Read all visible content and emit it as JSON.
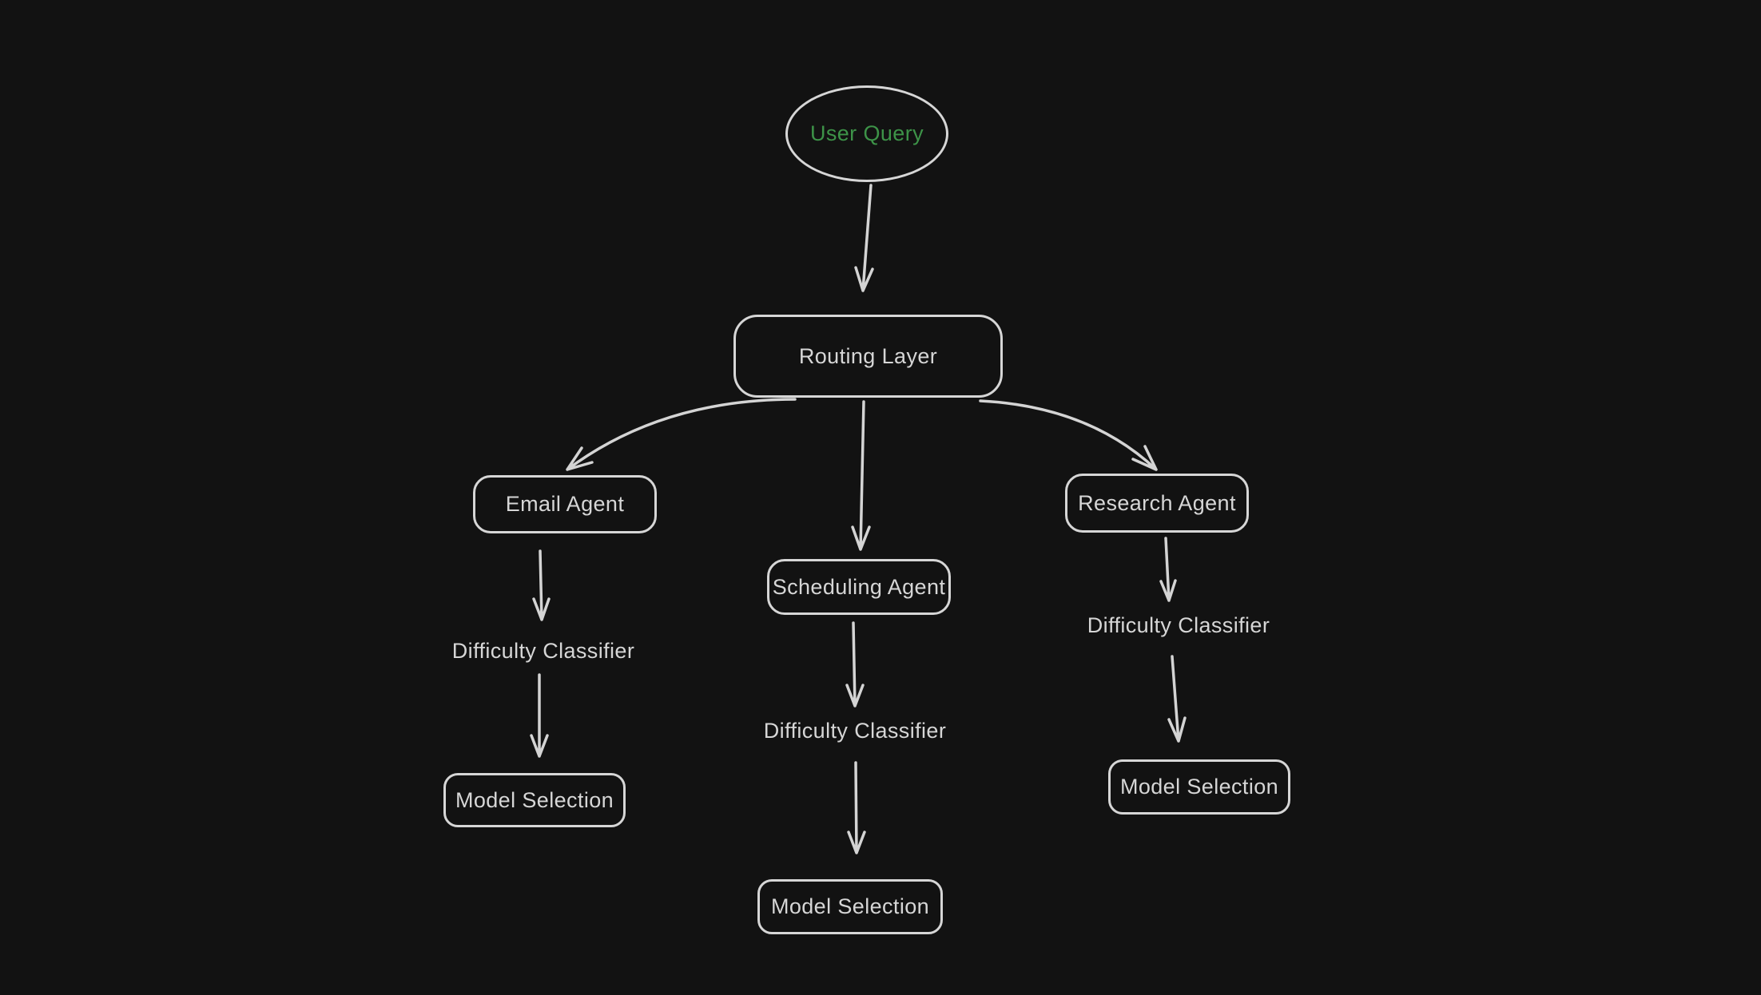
{
  "diagram": {
    "theme": "dark",
    "colors": {
      "background": "#121212",
      "stroke": "#d4d4d4",
      "text": "#d6d6d6",
      "accent_green": "#3d9348"
    },
    "nodes": {
      "user_query": {
        "label": "User Query",
        "shape": "ellipse",
        "text_color": "#3d9348"
      },
      "routing_layer": {
        "label": "Routing Layer",
        "shape": "rounded-rect"
      },
      "email_agent": {
        "label": "Email Agent",
        "shape": "rounded-rect"
      },
      "scheduling_agent": {
        "label": "Scheduling Agent",
        "shape": "rounded-rect"
      },
      "research_agent": {
        "label": "Research Agent",
        "shape": "rounded-rect"
      },
      "difficulty_classifier_email": {
        "label": "Difficulty Classifier",
        "shape": "text"
      },
      "difficulty_classifier_scheduling": {
        "label": "Difficulty Classifier",
        "shape": "text"
      },
      "difficulty_classifier_research": {
        "label": "Difficulty Classifier",
        "shape": "text"
      },
      "model_selection_email": {
        "label": "Model Selection",
        "shape": "rounded-rect"
      },
      "model_selection_scheduling": {
        "label": "Model Selection",
        "shape": "rounded-rect"
      },
      "model_selection_research": {
        "label": "Model Selection",
        "shape": "rounded-rect"
      }
    },
    "edges": [
      {
        "from": "user_query",
        "to": "routing_layer"
      },
      {
        "from": "routing_layer",
        "to": "email_agent"
      },
      {
        "from": "routing_layer",
        "to": "scheduling_agent"
      },
      {
        "from": "routing_layer",
        "to": "research_agent"
      },
      {
        "from": "email_agent",
        "to": "difficulty_classifier_email"
      },
      {
        "from": "difficulty_classifier_email",
        "to": "model_selection_email"
      },
      {
        "from": "scheduling_agent",
        "to": "difficulty_classifier_scheduling"
      },
      {
        "from": "difficulty_classifier_scheduling",
        "to": "model_selection_scheduling"
      },
      {
        "from": "research_agent",
        "to": "difficulty_classifier_research"
      },
      {
        "from": "difficulty_classifier_research",
        "to": "model_selection_research"
      }
    ]
  }
}
